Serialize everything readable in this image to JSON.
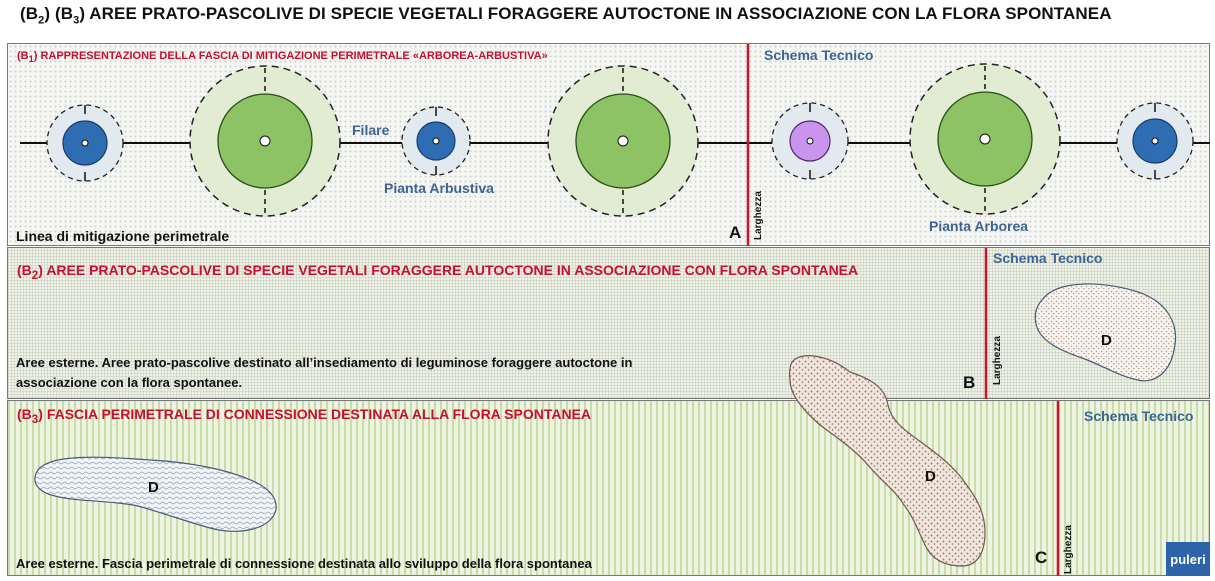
{
  "title": {
    "b2": "2",
    "b3": "3",
    "main": "AREE PRATO-PASCOLIVE DI SPECIE VEGETALI FORAGGERE AUTOCTONE IN ASSOCIAZIONE CON  LA FLORA SPONTANEA"
  },
  "panel1": {
    "heading_sub": "1",
    "heading": "RAPPRESENTAZIONE DELLA FASCIA DI MITIGAZIONE PERIMETRALE «ARBOREA-ARBUSTIVA»",
    "schema": "Schema Tecnico",
    "filare": "Filare",
    "pianta_arbustiva": "Pianta Arbustiva",
    "pianta_arborea": "Pianta Arborea",
    "linea": "Linea di mitigazione perimetrale",
    "letter": "A",
    "larghezza": "Larghezza"
  },
  "panel2": {
    "heading_sub": "2",
    "heading": "AREE PRATO-PASCOLIVE DI SPECIE VEGETALI FORAGGERE AUTOCTONE IN ASSOCIAZIONE CON FLORA SPONTANEA",
    "schema": "Schema Tecnico",
    "desc_line1": "Aree esterne. Aree prato-pascolive destinato all’insediamento di leguminose foraggere autoctone in",
    "desc_line2": "associazione con la flora spontanee.",
    "letter": "B",
    "larghezza": "Larghezza",
    "area_d": "D"
  },
  "panel3": {
    "heading_sub": "3",
    "heading": "FASCIA PERIMETRALE DI CONNESSIONE DESTINATA ALLA FLORA SPONTANEA",
    "schema": "Schema Tecnico",
    "desc": "Aree esterne. Fascia perimetrale di connessione destinata allo sviluppo della flora spontanea",
    "letter": "C",
    "larghezza": "Larghezza",
    "area_d_left": "D",
    "area_d_mid": "D"
  },
  "logo": "puleri",
  "colors": {
    "heading_red": "#c8102e",
    "label_blue": "#3c6493",
    "shrub_blue": "#2f6db3",
    "tree_green": "#8dc265",
    "pink_shrub": "#c993ee",
    "divider_red": "#d0112b"
  }
}
